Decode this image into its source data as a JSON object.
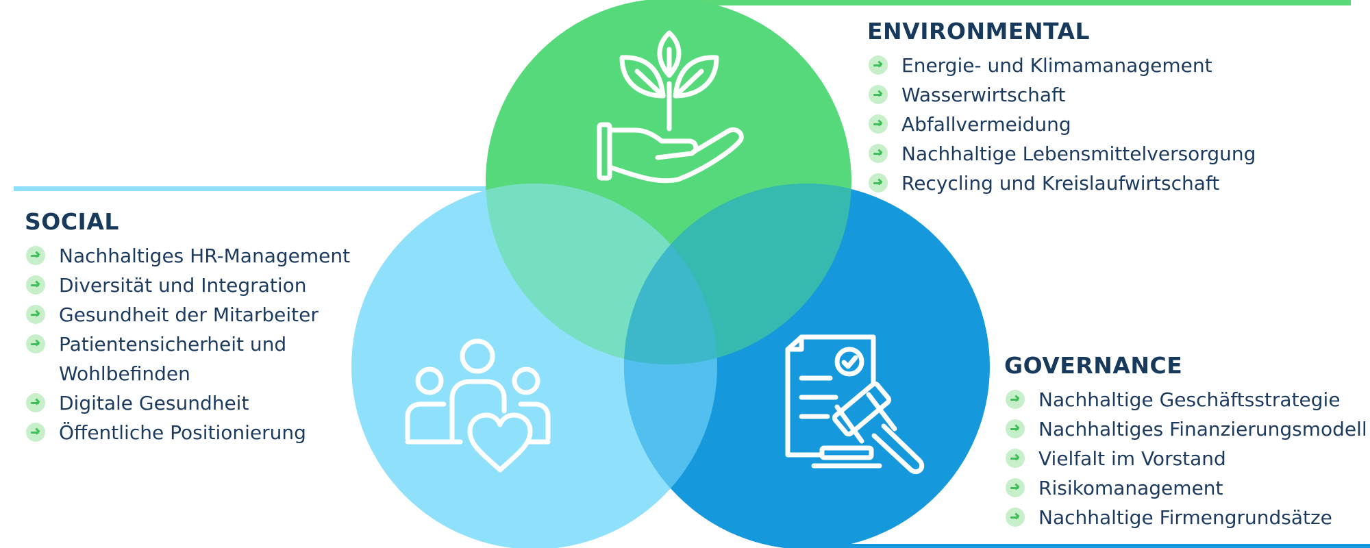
{
  "colors": {
    "environmental_circle": "#56d97a",
    "social_circle": "#8fe0fb",
    "governance_circle": "#1698dc",
    "title_text": "#173a5c",
    "body_text": "#1b3a5e",
    "bullet_fill": "#c7efc9",
    "bullet_arrow": "#3fbf5a",
    "line_environmental": "#5ad978",
    "line_social": "#8fe0fb",
    "line_governance": "#1698dc"
  },
  "environmental": {
    "title": "ENVIRONMENTAL",
    "icon": "hand-plant-icon",
    "items": [
      "Energie- und Klimamanagement",
      "Wasserwirtschaft",
      "Abfallvermeidung",
      "Nachhaltige Lebensmittelversorgung",
      "Recycling und Kreislaufwirtschaft"
    ]
  },
  "social": {
    "title": "SOCIAL",
    "icon": "people-heart-icon",
    "items": [
      "Nachhaltiges HR-Management",
      "Diversität und Integration",
      "Gesundheit der Mitarbeiter",
      "Patientensicherheit und Wohlbefinden",
      "Digitale Gesundheit",
      "Öffentliche Positionierung"
    ]
  },
  "governance": {
    "title": "GOVERNANCE",
    "icon": "document-gavel-icon",
    "items": [
      "Nachhaltige Geschäftsstrategie",
      "Nachhaltiges Finanzierungsmodell",
      "Vielfalt im Vorstand",
      "Risikomanagement",
      "Nachhaltige Firmengrundsätze"
    ]
  }
}
